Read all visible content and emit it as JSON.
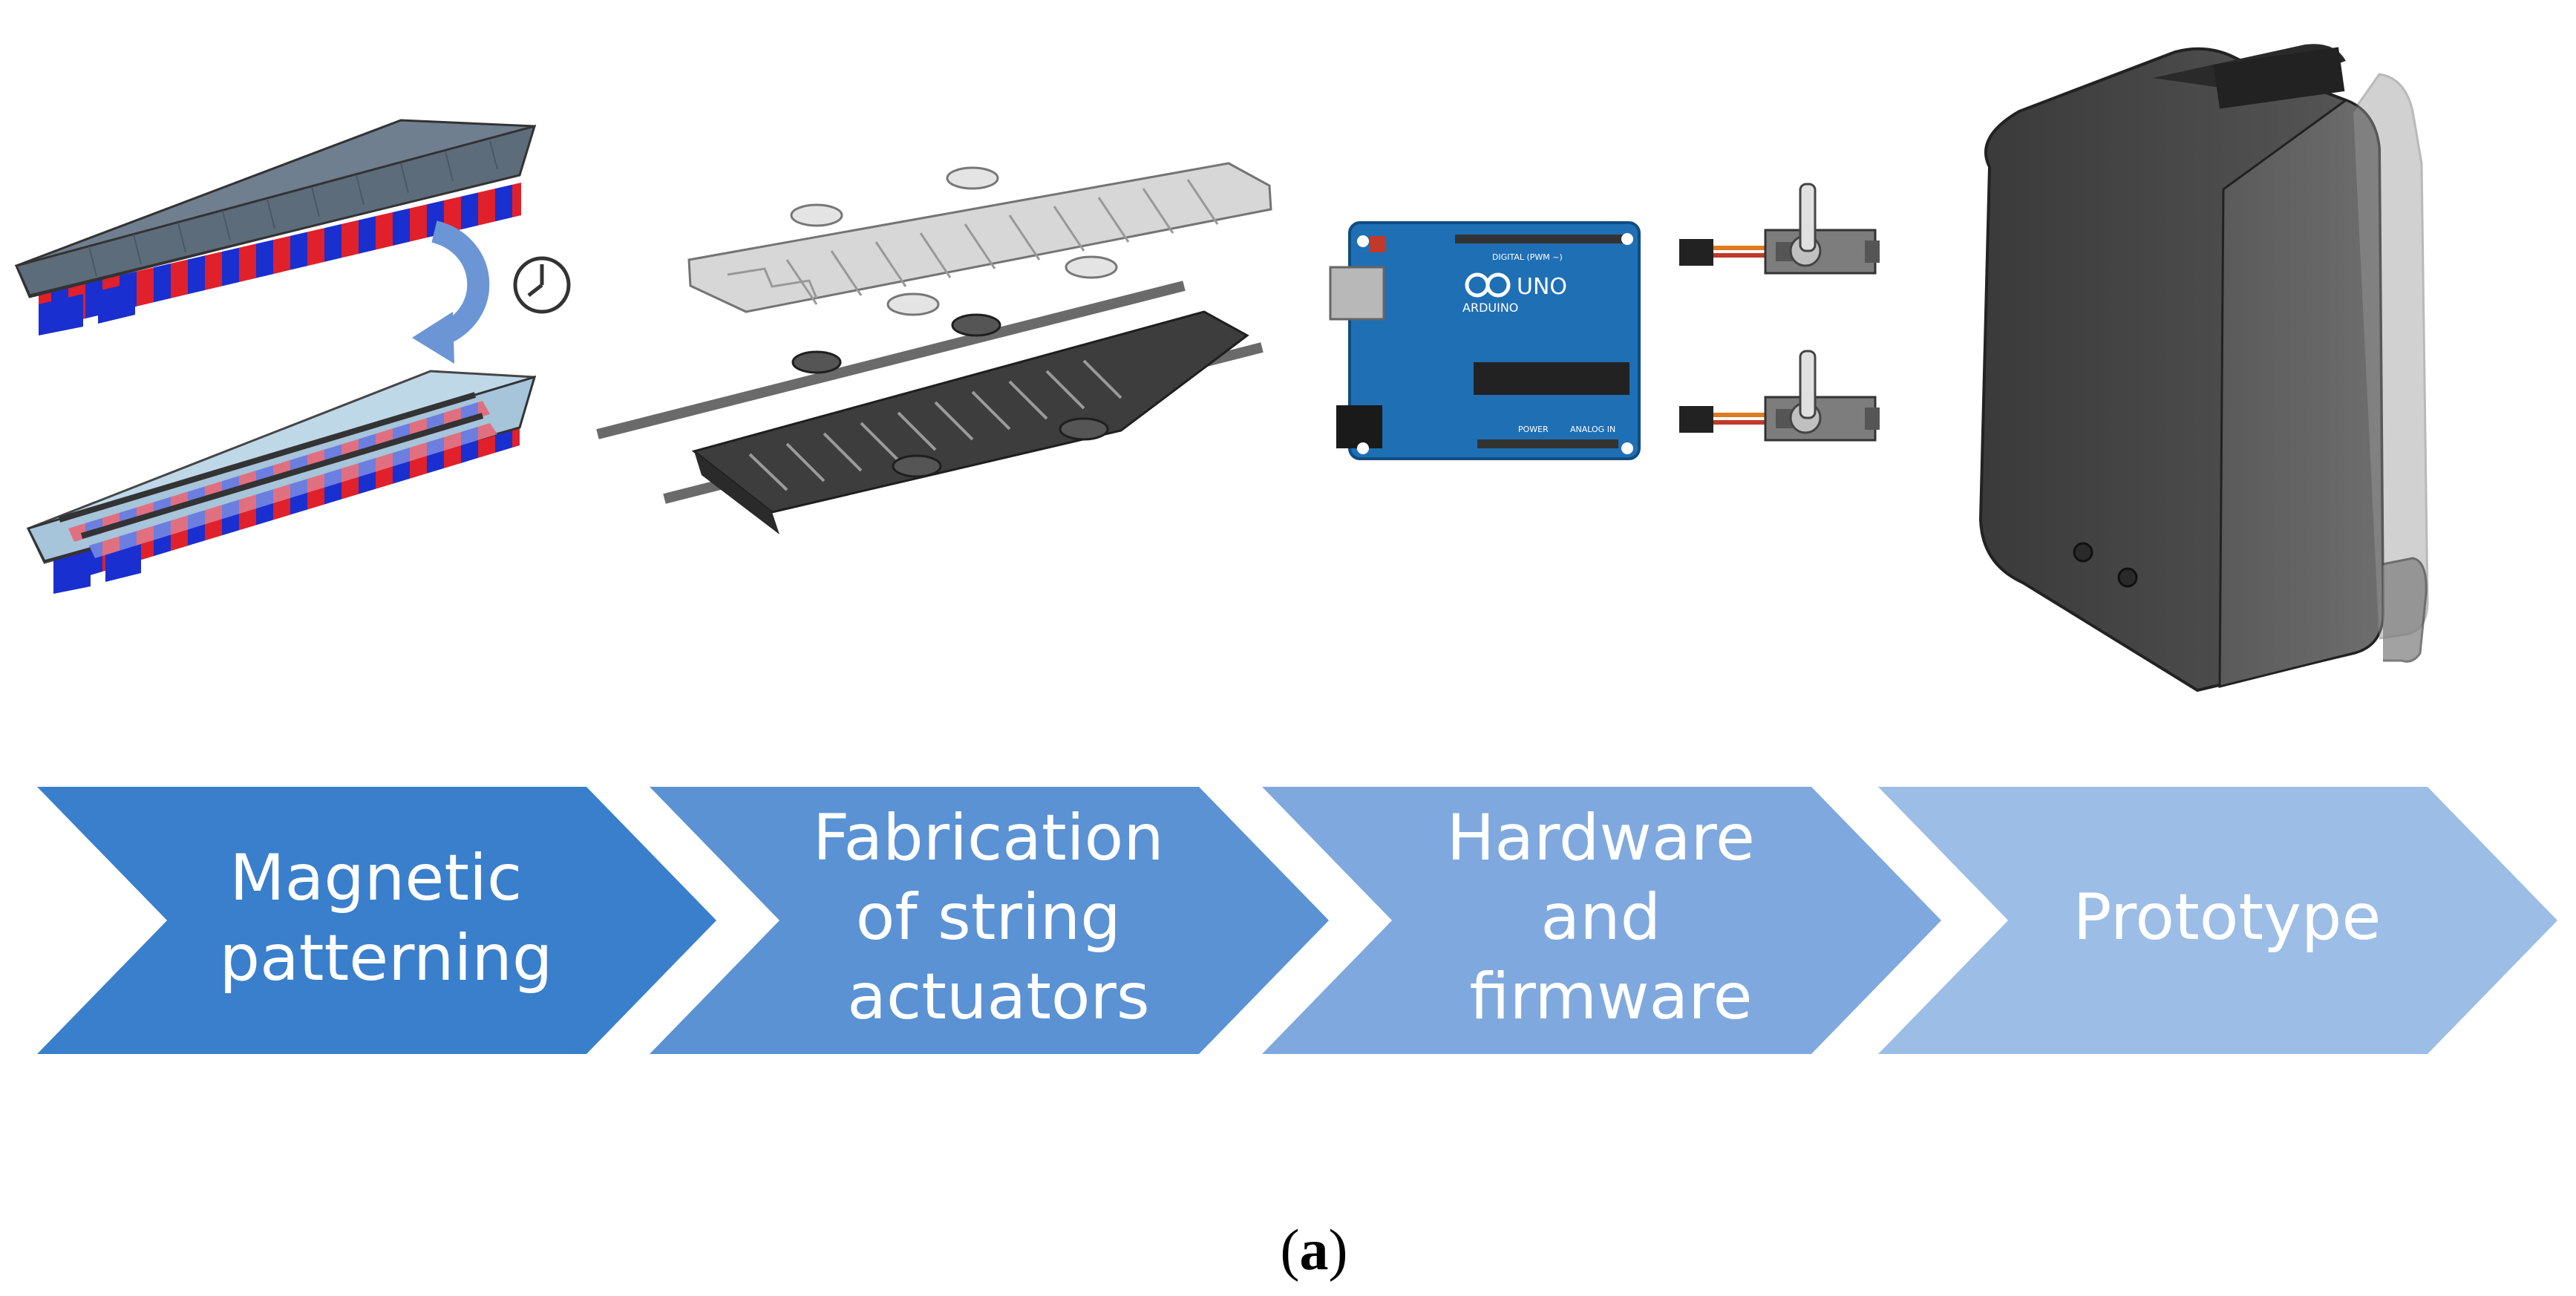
{
  "process_steps": [
    {
      "id": "magnetic-patterning",
      "lines": [
        "Magnetic",
        "patterning"
      ],
      "color": "#3A7FCC"
    },
    {
      "id": "fabrication",
      "lines": [
        "Fabrication",
        "of string",
        "actuators"
      ],
      "color": "#5A92D4"
    },
    {
      "id": "hardware",
      "lines": [
        "Hardware",
        "and",
        "firmware"
      ],
      "color": "#7FA9DE"
    },
    {
      "id": "prototype",
      "lines": [
        "Prototype"
      ],
      "color": "#9CBDE6"
    }
  ],
  "board_labels": {
    "model": "UNO",
    "brand": "ARDUINO",
    "digital": "DIGITAL (PWM ~)",
    "power": "POWER",
    "analog": "ANALOG IN"
  },
  "caption": {
    "open": "(",
    "letter": "a",
    "close": ")"
  },
  "colors": {
    "magnet_red": "#E0202A",
    "magnet_blue": "#1A2FCF",
    "board_blue": "#1F6FB5",
    "enclosure": "#4A4A4A"
  }
}
